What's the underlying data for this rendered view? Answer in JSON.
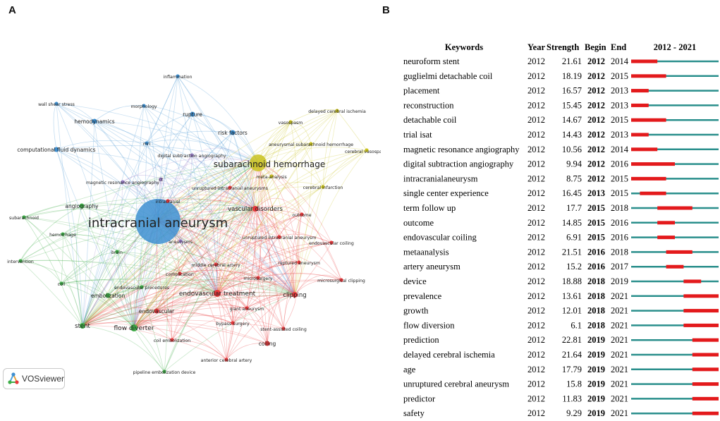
{
  "panel_labels": {
    "a": "A",
    "b": "B"
  },
  "logo": {
    "text": "VOSviewer"
  },
  "colors": {
    "cluster_red": "#e8383b",
    "cluster_green": "#3fae48",
    "cluster_blue": "#3d8fd1",
    "cluster_yellow": "#c9c21e",
    "cluster_purple": "#9b7fc8",
    "burst_red": "#e31a1c",
    "timeline_teal": "#2a8f8c"
  },
  "chart_data": [
    {
      "type": "network",
      "nodes": [
        {
          "label": "intracranial aneurysm",
          "cluster": "blue",
          "weight": 10
        },
        {
          "label": "subarachnoid hemorrhage",
          "cluster": "yellow",
          "weight": 5
        },
        {
          "label": "inflammation",
          "cluster": "blue",
          "weight": 1
        },
        {
          "label": "wall shear stress",
          "cluster": "blue",
          "weight": 1
        },
        {
          "label": "morphology",
          "cluster": "blue",
          "weight": 1
        },
        {
          "label": "hemodynamics",
          "cluster": "blue",
          "weight": 2
        },
        {
          "label": "rupture",
          "cluster": "blue",
          "weight": 2
        },
        {
          "label": "risk factors",
          "cluster": "blue",
          "weight": 2
        },
        {
          "label": "computational fluid dynamics",
          "cluster": "blue",
          "weight": 2
        },
        {
          "label": "mri",
          "cluster": "blue",
          "weight": 1
        },
        {
          "label": "digital subtraction angiography",
          "cluster": "purple",
          "weight": 1
        },
        {
          "label": "magnetic resonance angiography",
          "cluster": "purple",
          "weight": 1
        },
        {
          "label": "delayed cerebral ischemia",
          "cluster": "yellow",
          "weight": 1
        },
        {
          "label": "vasospasm",
          "cluster": "yellow",
          "weight": 1
        },
        {
          "label": "aneurysmal subarachnoid hemorrhage",
          "cluster": "yellow",
          "weight": 1
        },
        {
          "label": "cerebral vasospasm",
          "cluster": "yellow",
          "weight": 1
        },
        {
          "label": "meta-analysis",
          "cluster": "yellow",
          "weight": 1
        },
        {
          "label": "cerebral infarction",
          "cluster": "yellow",
          "weight": 1
        },
        {
          "label": "ct",
          "cluster": "purple",
          "weight": 1
        },
        {
          "label": "unruptured intracranial aneurysms",
          "cluster": "red",
          "weight": 1
        },
        {
          "label": "intracranial",
          "cluster": "red",
          "weight": 1
        },
        {
          "label": "vascular disorders",
          "cluster": "red",
          "weight": 3
        },
        {
          "label": "outcome",
          "cluster": "red",
          "weight": 1
        },
        {
          "label": "subarachnoid",
          "cluster": "green",
          "weight": 1
        },
        {
          "label": "angiography",
          "cluster": "green",
          "weight": 2
        },
        {
          "label": "hemorrhage",
          "cluster": "green",
          "weight": 1
        },
        {
          "label": "unruptured intracranial aneurysm",
          "cluster": "red",
          "weight": 1
        },
        {
          "label": "endovascular coiling",
          "cluster": "red",
          "weight": 1
        },
        {
          "label": "aneurysms",
          "cluster": "purple",
          "weight": 1
        },
        {
          "label": "brain",
          "cluster": "green",
          "weight": 1
        },
        {
          "label": "intervention",
          "cluster": "green",
          "weight": 1
        },
        {
          "label": "middle cerebral artery",
          "cluster": "red",
          "weight": 1
        },
        {
          "label": "ruptured aneurysm",
          "cluster": "red",
          "weight": 1
        },
        {
          "label": "complication",
          "cluster": "red",
          "weight": 1
        },
        {
          "label": "microsurgery",
          "cluster": "red",
          "weight": 1
        },
        {
          "label": "microsurgical clipping",
          "cluster": "red",
          "weight": 1
        },
        {
          "label": "coil",
          "cluster": "green",
          "weight": 1
        },
        {
          "label": "endovascular procedures",
          "cluster": "green",
          "weight": 1
        },
        {
          "label": "embolization",
          "cluster": "green",
          "weight": 2
        },
        {
          "label": "endovascular treatment",
          "cluster": "red",
          "weight": 4
        },
        {
          "label": "clipping",
          "cluster": "red",
          "weight": 3
        },
        {
          "label": "endovascular",
          "cluster": "red",
          "weight": 2
        },
        {
          "label": "giant aneurysm",
          "cluster": "red",
          "weight": 1
        },
        {
          "label": "stent",
          "cluster": "green",
          "weight": 3
        },
        {
          "label": "flow diverter",
          "cluster": "green",
          "weight": 4
        },
        {
          "label": "bypass surgery",
          "cluster": "red",
          "weight": 1
        },
        {
          "label": "stent-assisted coiling",
          "cluster": "red",
          "weight": 1
        },
        {
          "label": "coil embolization",
          "cluster": "red",
          "weight": 1
        },
        {
          "label": "coiling",
          "cluster": "red",
          "weight": 2
        },
        {
          "label": "anterior cerebral artery",
          "cluster": "red",
          "weight": 1
        },
        {
          "label": "pipeline embolization device",
          "cluster": "green",
          "weight": 1
        }
      ]
    },
    {
      "type": "table",
      "headers": {
        "keywords": "Keywords",
        "year": "Year",
        "strength": "Strength",
        "begin": "Begin",
        "end": "End",
        "range": "2012 - 2021"
      },
      "range_start": 2012,
      "range_end": 2021,
      "rows": [
        {
          "keyword": "neuroform stent",
          "year": "2012",
          "strength": "21.61",
          "begin": "2012",
          "end": "2014"
        },
        {
          "keyword": "guglielmi detachable coil",
          "year": "2012",
          "strength": "18.19",
          "begin": "2012",
          "end": "2015"
        },
        {
          "keyword": "placement",
          "year": "2012",
          "strength": "16.57",
          "begin": "2012",
          "end": "2013"
        },
        {
          "keyword": "reconstruction",
          "year": "2012",
          "strength": "15.45",
          "begin": "2012",
          "end": "2013"
        },
        {
          "keyword": "detachable coil",
          "year": "2012",
          "strength": "14.67",
          "begin": "2012",
          "end": "2015"
        },
        {
          "keyword": "trial isat",
          "year": "2012",
          "strength": "14.43",
          "begin": "2012",
          "end": "2013"
        },
        {
          "keyword": "magnetic resonance angiography",
          "year": "2012",
          "strength": "10.56",
          "begin": "2012",
          "end": "2014"
        },
        {
          "keyword": "digital subtraction angiography",
          "year": "2012",
          "strength": "9.94",
          "begin": "2012",
          "end": "2016"
        },
        {
          "keyword": "intracranialaneurysm",
          "year": "2012",
          "strength": "8.75",
          "begin": "2012",
          "end": "2015"
        },
        {
          "keyword": "single center experience",
          "year": "2012",
          "strength": "16.45",
          "begin": "2013",
          "end": "2015"
        },
        {
          "keyword": "term follow up",
          "year": "2012",
          "strength": "17.7",
          "begin": "2015",
          "end": "2018"
        },
        {
          "keyword": "outcome",
          "year": "2012",
          "strength": "14.85",
          "begin": "2015",
          "end": "2016"
        },
        {
          "keyword": "endovascular coiling",
          "year": "2012",
          "strength": "6.91",
          "begin": "2015",
          "end": "2016"
        },
        {
          "keyword": "metaanalysis",
          "year": "2012",
          "strength": "21.51",
          "begin": "2016",
          "end": "2018"
        },
        {
          "keyword": "artery aneurysm",
          "year": "2012",
          "strength": "15.2",
          "begin": "2016",
          "end": "2017"
        },
        {
          "keyword": "device",
          "year": "2012",
          "strength": "18.88",
          "begin": "2018",
          "end": "2019"
        },
        {
          "keyword": "prevalence",
          "year": "2012",
          "strength": "13.61",
          "begin": "2018",
          "end": "2021"
        },
        {
          "keyword": "growth",
          "year": "2012",
          "strength": "12.01",
          "begin": "2018",
          "end": "2021"
        },
        {
          "keyword": "flow diversion",
          "year": "2012",
          "strength": "6.1",
          "begin": "2018",
          "end": "2021"
        },
        {
          "keyword": "prediction",
          "year": "2012",
          "strength": "22.81",
          "begin": "2019",
          "end": "2021"
        },
        {
          "keyword": "delayed cerebral ischemia",
          "year": "2012",
          "strength": "21.64",
          "begin": "2019",
          "end": "2021"
        },
        {
          "keyword": "age",
          "year": "2012",
          "strength": "17.79",
          "begin": "2019",
          "end": "2021"
        },
        {
          "keyword": "unruptured cerebral aneurysm",
          "year": "2012",
          "strength": "15.8",
          "begin": "2019",
          "end": "2021"
        },
        {
          "keyword": "predictor",
          "year": "2012",
          "strength": "11.83",
          "begin": "2019",
          "end": "2021"
        },
        {
          "keyword": "safety",
          "year": "2012",
          "strength": "9.29",
          "begin": "2019",
          "end": "2021"
        }
      ]
    }
  ]
}
